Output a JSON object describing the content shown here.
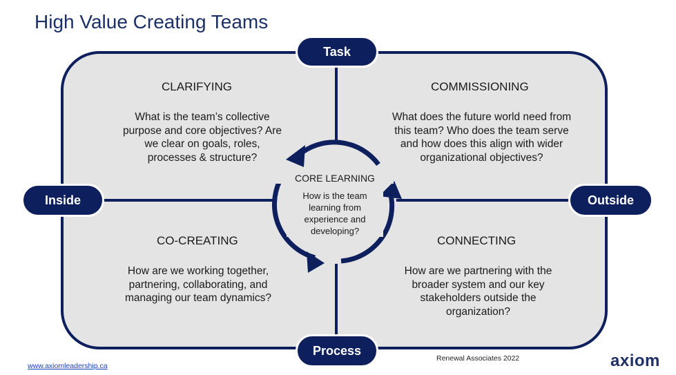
{
  "title": "High Value Creating Teams",
  "axes": {
    "top": "Task",
    "bottom": "Process",
    "left": "Inside",
    "right": "Outside"
  },
  "quadrants": {
    "clarifying": {
      "title": "CLARIFYING",
      "text": "What is the team’s collective\npurpose and core objectives? Are\nwe clear on goals, roles,\nprocesses & structure?"
    },
    "commissioning": {
      "title": "COMMISSIONING",
      "text": "What does the future world need from\nthis team? Who does the team serve\nand how does this align with wider\norganizational objectives?"
    },
    "co_creating": {
      "title": "CO-CREATING",
      "text": "How are we working together,\npartnering, collaborating, and\nmanaging our team dynamics?"
    },
    "connecting": {
      "title": "CONNECTING",
      "text": "How are we partnering with the\nbroader system and our key\nstakeholders outside the\norganization?"
    }
  },
  "core": {
    "title": "CORE LEARNING",
    "text": "How is the team\nlearning from\nexperience and\ndeveloping?"
  },
  "footer": {
    "url": "www.axiomleadership.ca",
    "credit": "Renewal Associates 2022",
    "logo": "axiom"
  },
  "colors": {
    "navy": "#0d1f5c",
    "panel": "#e4e4e4",
    "title": "#1c2f66"
  }
}
